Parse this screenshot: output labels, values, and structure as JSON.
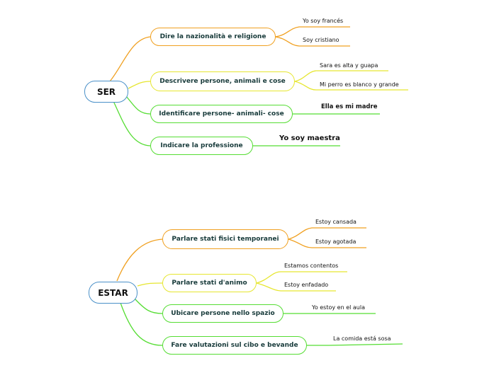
{
  "colors": {
    "root": "#4a90c8",
    "orange": "#f0a020",
    "yellow": "#e6e630",
    "green": "#55dd33"
  },
  "ser": {
    "label": "SER",
    "branches": [
      {
        "label": "Dire la nazionalità e religione",
        "leaves": [
          "Yo soy  francés",
          "Soy cristiano"
        ]
      },
      {
        "label": "Descrivere persone, animali e cose",
        "leaves": [
          "Sara es alta y guapa",
          "Mi perro es blanco y grande"
        ]
      },
      {
        "label": "Identificare persone- animali- cose",
        "leaves": [
          "Ella es mi madre"
        ]
      },
      {
        "label": "Indicare la professione",
        "leaves": [
          "Yo soy maestra"
        ]
      }
    ]
  },
  "estar": {
    "label": "ESTAR",
    "branches": [
      {
        "label": "Parlare stati fisici temporanei",
        "leaves": [
          "Estoy cansada",
          "Estoy agotada"
        ]
      },
      {
        "label": "Parlare stati d'animo",
        "leaves": [
          "Estamos contentos",
          "Estoy enfadado"
        ]
      },
      {
        "label": "Ubicare persone nello spazio",
        "leaves": [
          "Yo estoy en el aula"
        ]
      },
      {
        "label": "Fare valutazioni sul cibo e bevande",
        "leaves": [
          "La comida está sosa"
        ]
      }
    ]
  }
}
